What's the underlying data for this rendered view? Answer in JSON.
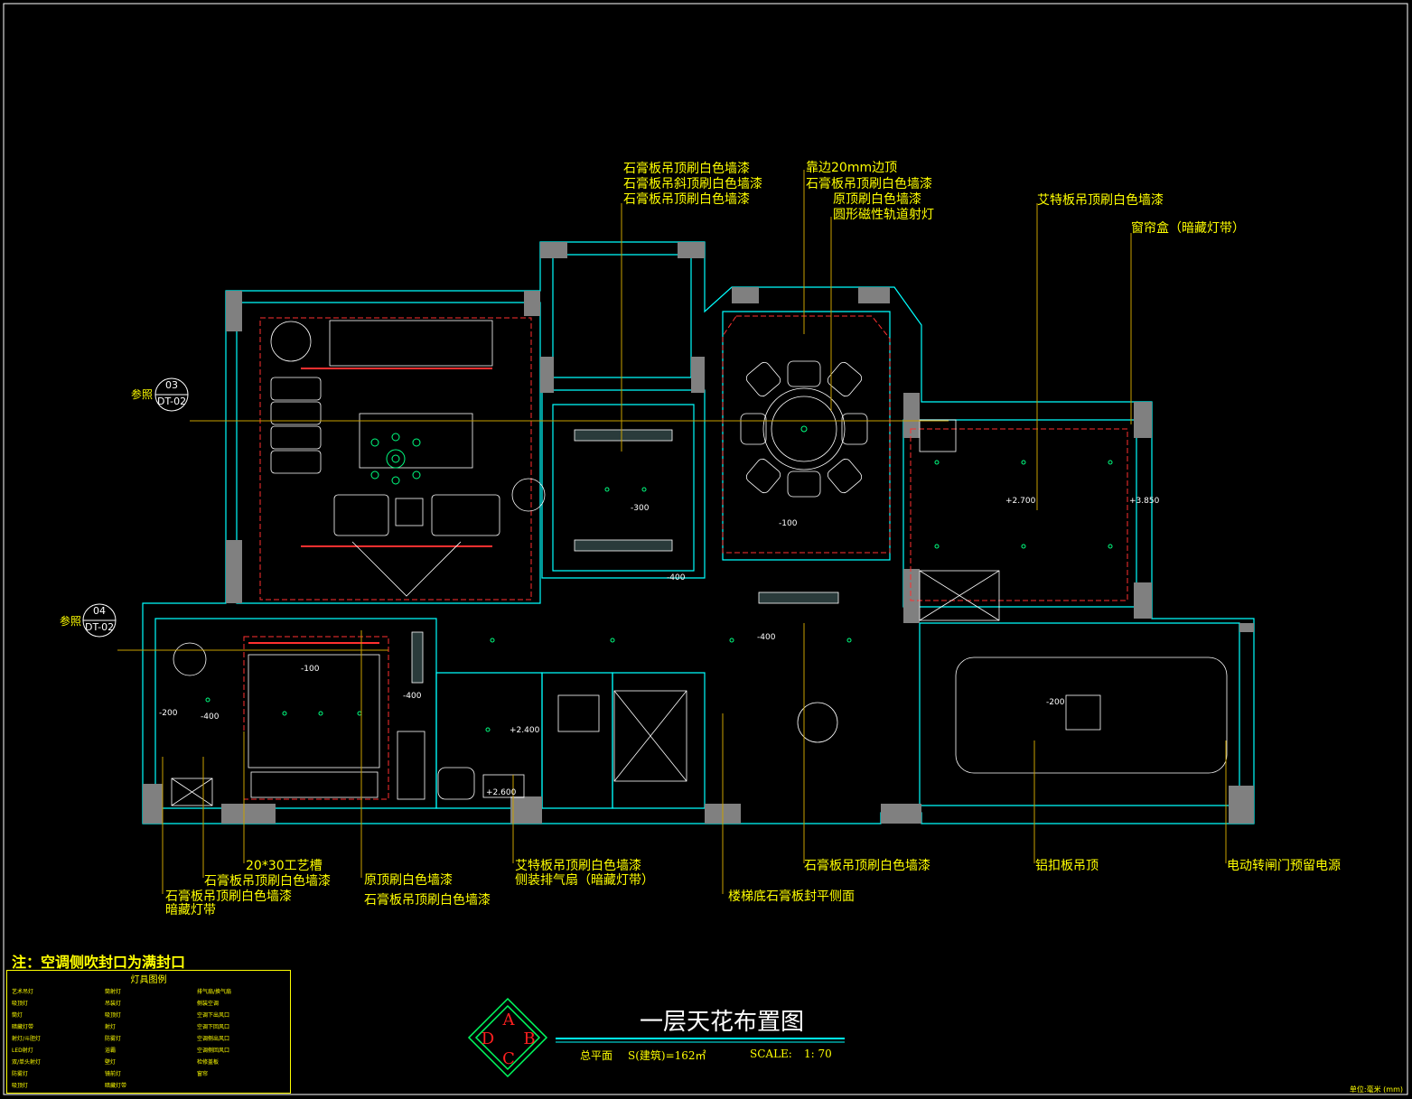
{
  "drawing": {
    "title": "一层天花布置图",
    "subtitle_left": "总平面",
    "area": "S(建筑)=162㎡",
    "scale_label": "SCALE:",
    "scale_value": "1: 70",
    "note": "注：空调侧吹封口为满封口",
    "unit": "单位:毫米 (mm)",
    "logo_letters": [
      "A",
      "B",
      "C",
      "D"
    ]
  },
  "references": [
    {
      "prefix": "参照",
      "num": "03",
      "sheet": "DT-02"
    },
    {
      "prefix": "参照",
      "num": "04",
      "sheet": "DT-02"
    }
  ],
  "annotations_top": {
    "group1": [
      "石膏板吊顶刷白色墙漆",
      "石膏板吊斜顶刷白色墙漆",
      "石膏板吊顶刷白色墙漆"
    ],
    "group2": [
      "靠边20mm边顶",
      "石膏板吊顶刷白色墙漆",
      "原顶刷白色墙漆",
      "圆形磁性轨道射灯"
    ],
    "group3": "艾特板吊顶刷白色墙漆",
    "group4": "窗帘盒（暗藏灯带）"
  },
  "annotations_bottom": {
    "craft_slot": "20*30工艺槽",
    "gypsum_a": "石膏板吊顶刷白色墙漆",
    "gypsum_b": "石膏板吊顶刷白色墙漆",
    "hidden_strip": "暗藏灯带",
    "original_ceiling": "原顶刷白色墙漆",
    "gypsum_c": "石膏板吊顶刷白色墙漆",
    "aite_ceiling": "艾特板吊顶刷白色墙漆",
    "side_fan": "侧装排气扇（暗藏灯带）",
    "stair_bottom": "楼梯底石膏板封平侧面",
    "gypsum_d": "石膏板吊顶刷白色墙漆",
    "aluminum": "铝扣板吊顶",
    "power": "电动转闸门预留电源"
  },
  "levels": [
    "-300",
    "-100",
    "-400",
    "+2.700",
    "+3.850",
    "-400",
    "-100",
    "-200",
    "-400",
    "-400",
    "+2.400",
    "+2.600",
    "-200"
  ],
  "legend": {
    "title": "灯具图例",
    "rows": [
      [
        "艺术吊灯",
        "筒射灯",
        "排气扇/换气扇"
      ],
      [
        "吸顶灯",
        "吊装灯",
        "侧装空调"
      ],
      [
        "筒灯",
        "吸顶灯",
        "空调下出风口"
      ],
      [
        "暗藏灯带",
        "射灯",
        "空调下回风口"
      ],
      [
        "射灯/斗胆灯",
        "防雾灯",
        "空调侧出风口"
      ],
      [
        "LED射灯",
        "浴霸",
        "空调侧回风口"
      ],
      [
        "双/单头射灯",
        "壁灯",
        "检修盖板"
      ],
      [
        "防雾灯",
        "镜前灯",
        "窗帘"
      ],
      [
        "吸顶灯",
        "暗藏灯带",
        ""
      ]
    ]
  },
  "colors": {
    "background": "#000000",
    "wall": "#00ffff",
    "column": "#808080",
    "text": "#ffff00",
    "leader": "#c8a000",
    "furniture": "#ffffff",
    "ceiling_line": "#ff3030",
    "light": "#00ff80"
  }
}
